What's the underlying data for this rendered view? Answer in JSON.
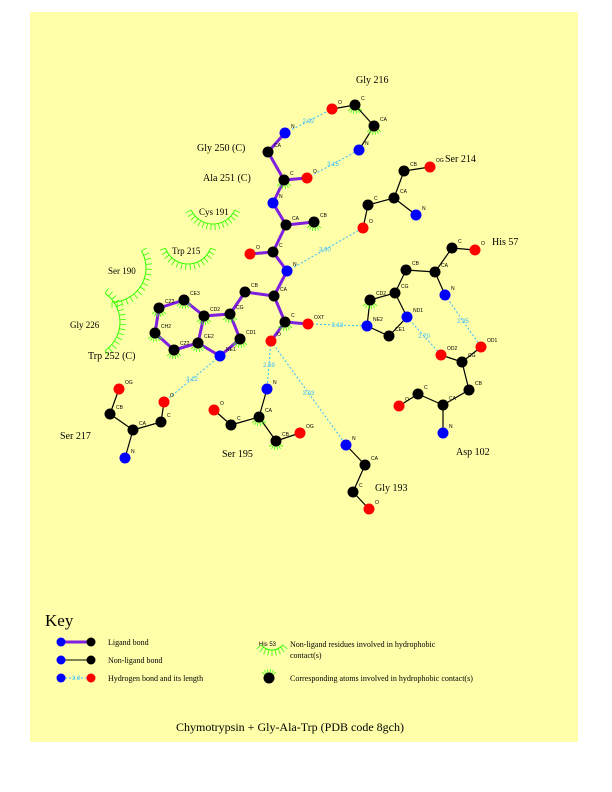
{
  "colors": {
    "background": "#ffffaa",
    "ligand_bond": "#7f1fdf",
    "non_ligand_bond": "#000000",
    "hbond": "#33bbff",
    "hydrophobic": "#33ff00",
    "N": "#0000ff",
    "O": "#ff0000",
    "C": "#000000"
  },
  "title": "Chymotrypsin + Gly-Ala-Trp (PDB code 8gch)",
  "ligand": {
    "residue_labels": [
      "Gly 250 (C)",
      "Ala 251 (C)",
      "Trp 252 (C)"
    ],
    "atoms": [
      {
        "label": "N",
        "el": "N"
      },
      {
        "label": "CA",
        "el": "C"
      },
      {
        "label": "C",
        "el": "C",
        "hp": true
      },
      {
        "label": "O",
        "el": "O"
      },
      {
        "label": "N",
        "el": "N"
      },
      {
        "label": "CA",
        "el": "C"
      },
      {
        "label": "CB",
        "el": "C",
        "hp": true
      },
      {
        "label": "C",
        "el": "C"
      },
      {
        "label": "O",
        "el": "O"
      },
      {
        "label": "N",
        "el": "N"
      },
      {
        "label": "CA",
        "el": "C"
      },
      {
        "label": "CB",
        "el": "C"
      },
      {
        "label": "C",
        "el": "C",
        "hp": true
      },
      {
        "label": "OXT",
        "el": "O"
      },
      {
        "label": "O",
        "el": "O"
      },
      {
        "label": "CG",
        "el": "C",
        "hp": true
      },
      {
        "label": "CD1",
        "el": "C",
        "hp": true
      },
      {
        "label": "NE1",
        "el": "N"
      },
      {
        "label": "CE2",
        "el": "C",
        "hp": true
      },
      {
        "label": "CD2",
        "el": "C",
        "hp": true
      },
      {
        "label": "CE3",
        "el": "C",
        "hp": true
      },
      {
        "label": "CZ3",
        "el": "C",
        "hp": true
      },
      {
        "label": "CH2",
        "el": "C",
        "hp": true
      },
      {
        "label": "CZ2",
        "el": "C",
        "hp": true
      }
    ]
  },
  "residues": {
    "gly216": {
      "name": "Gly 216",
      "atoms": [
        {
          "label": "O",
          "el": "O"
        },
        {
          "label": "C",
          "el": "C",
          "hp": true
        },
        {
          "label": "CA",
          "el": "C",
          "hp": true
        },
        {
          "label": "N",
          "el": "N"
        }
      ]
    },
    "ser214": {
      "name": "Ser 214",
      "atoms": [
        {
          "label": "CB",
          "el": "C"
        },
        {
          "label": "OG",
          "el": "O"
        },
        {
          "label": "CA",
          "el": "C"
        },
        {
          "label": "C",
          "el": "C"
        },
        {
          "label": "O",
          "el": "O"
        },
        {
          "label": "N",
          "el": "N"
        }
      ]
    },
    "his57": {
      "name": "His 57",
      "atoms": [
        {
          "label": "C",
          "el": "C"
        },
        {
          "label": "O",
          "el": "O"
        },
        {
          "label": "CA",
          "el": "C"
        },
        {
          "label": "CB",
          "el": "C"
        },
        {
          "label": "CG",
          "el": "C"
        },
        {
          "label": "CD2",
          "el": "C",
          "hp": true
        },
        {
          "label": "NE2",
          "el": "N"
        },
        {
          "label": "CE1",
          "el": "C"
        },
        {
          "label": "ND1",
          "el": "N"
        },
        {
          "label": "N",
          "el": "N"
        }
      ]
    },
    "asp102": {
      "name": "Asp 102",
      "atoms": [
        {
          "label": "OD1",
          "el": "O"
        },
        {
          "label": "OD2",
          "el": "O"
        },
        {
          "label": "CG",
          "el": "C"
        },
        {
          "label": "CB",
          "el": "C"
        },
        {
          "label": "CA",
          "el": "C"
        },
        {
          "label": "C",
          "el": "C"
        },
        {
          "label": "O",
          "el": "O"
        },
        {
          "label": "N",
          "el": "N"
        }
      ]
    },
    "gly193": {
      "name": "Gly 193",
      "atoms": [
        {
          "label": "N",
          "el": "N"
        },
        {
          "label": "CA",
          "el": "C"
        },
        {
          "label": "C",
          "el": "C"
        },
        {
          "label": "O",
          "el": "O"
        }
      ]
    },
    "ser195": {
      "name": "Ser 195",
      "atoms": [
        {
          "label": "N",
          "el": "N"
        },
        {
          "label": "CA",
          "el": "C",
          "hp": true
        },
        {
          "label": "C",
          "el": "C"
        },
        {
          "label": "O",
          "el": "O"
        },
        {
          "label": "CB",
          "el": "C",
          "hp": true
        },
        {
          "label": "OG",
          "el": "O"
        }
      ]
    },
    "ser217": {
      "name": "Ser 217",
      "atoms": [
        {
          "label": "OG",
          "el": "O"
        },
        {
          "label": "CB",
          "el": "C"
        },
        {
          "label": "CA",
          "el": "C"
        },
        {
          "label": "C",
          "el": "C"
        },
        {
          "label": "O",
          "el": "O"
        },
        {
          "label": "N",
          "el": "N"
        }
      ]
    }
  },
  "hydrophobic_residues": [
    "Cys 191",
    "Trp 215",
    "Ser 190",
    "Gly 226"
  ],
  "hbonds": [
    "2.92",
    "3.15",
    "3.00",
    "3.13",
    "2.70",
    "2.95",
    "2.69",
    "3.03",
    "3.12"
  ],
  "key": {
    "heading": "Key",
    "ligand_bond": "Ligand bond",
    "non_ligand_bond": "Non-ligand bond",
    "hbond": "Hydrogen bond and its length",
    "hbond_sample": "3.0",
    "residue_sample": "His 53",
    "hydrophobic_residues_line1": "Non-ligand residues involved in hydrophobic",
    "hydrophobic_residues_line2": "contact(s)",
    "hydrophobic_atoms": "Corresponding atoms involved in hydrophobic contact(s)"
  }
}
